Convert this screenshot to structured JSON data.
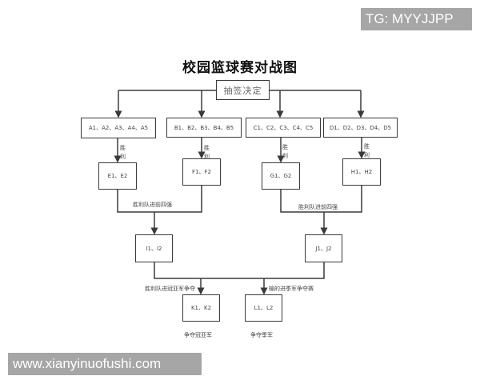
{
  "diagram": {
    "title": "校园篮球赛对战图",
    "root": {
      "label": "抽签决定"
    },
    "groups": [
      {
        "id": "A",
        "label": "A1、A2、A3、A4、A5",
        "win_label": "胜\n利",
        "winners": "E1、E2"
      },
      {
        "id": "B",
        "label": "B1、B2、B3、B4、B5",
        "win_label": "胜\n利",
        "winners": "F1、F2"
      },
      {
        "id": "C",
        "label": "C1、C2、C3、C4、C5",
        "win_label": "胜\n利",
        "winners": "G1、G2"
      },
      {
        "id": "D",
        "label": "D1、D2、D3、D4、D5",
        "win_label": "胜\n利",
        "winners": "H1、H2"
      }
    ],
    "semifinal_left": {
      "edge_label": "胜利队进前四强",
      "node": "I1、I2"
    },
    "semifinal_right": {
      "edge_label": "胜利队进前四强",
      "node": "J1、J2"
    },
    "final": {
      "edge_label": "胜利队进冠亚军争夺",
      "node": "K1、K2",
      "caption": "争夺冠亚军"
    },
    "third_place": {
      "edge_label": "输的进季军争夺赛",
      "node": "L1、L2",
      "caption": "争夺季军"
    }
  },
  "watermarks": {
    "top_right": "TG: MYYJJPP",
    "bottom_left": "www.xianyinuofushi.com"
  },
  "colors": {
    "line": "#3a3a3a",
    "watermark_bg": "#a6a6a6",
    "watermark_text": "#ffffff"
  }
}
